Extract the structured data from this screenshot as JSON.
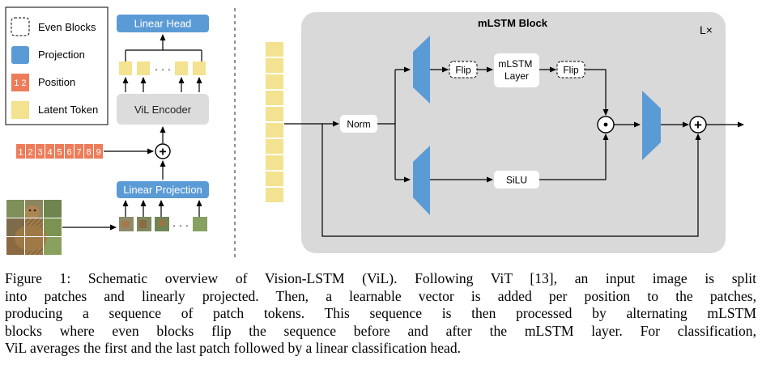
{
  "legend": {
    "even_blocks": "Even Blocks",
    "projection": "Projection",
    "position_sample": "1 2",
    "position": "Position",
    "latent_token": "Latent Token"
  },
  "left": {
    "linear_head": "Linear Head",
    "vil_encoder": "ViL Encoder",
    "ellipsis": "· · ·",
    "linear_projection": "Linear Projection",
    "position_numbers": [
      "1",
      "2",
      "3",
      "4",
      "5",
      "6",
      "7",
      "8",
      "9"
    ],
    "patch_ellipsis": "· · ·"
  },
  "block": {
    "title": "mLSTM Block",
    "repeat": "L×",
    "norm": "Norm",
    "flip_in": "Flip",
    "mlstm_layer": "mLSTM\nLayer",
    "flip_out": "Flip",
    "silu": "SiLU",
    "multiply_symbol": "⊙",
    "add_symbol": "+"
  },
  "colors": {
    "projection_blue": "#5b9bd5",
    "head_blue": "#5b9bd5",
    "position_orange": "#ed7d5a",
    "latent_yellow": "#f3e28f",
    "block_gray": "#d9d9d9",
    "encoder_gray": "#dcdcdc"
  },
  "caption": {
    "lines": [
      "Figure 1: Schematic overview of Vision-LSTM (ViL). Following ViT [13], an input image is split",
      "into patches and linearly projected. Then, a learnable vector is added per position to the patches,",
      "producing a sequence of patch tokens. This sequence is then processed by alternating mLSTM",
      "blocks where even blocks flip the sequence before and after the mLSTM layer. For classification,",
      "ViL averages the first and the last patch followed by a linear classification head."
    ]
  }
}
